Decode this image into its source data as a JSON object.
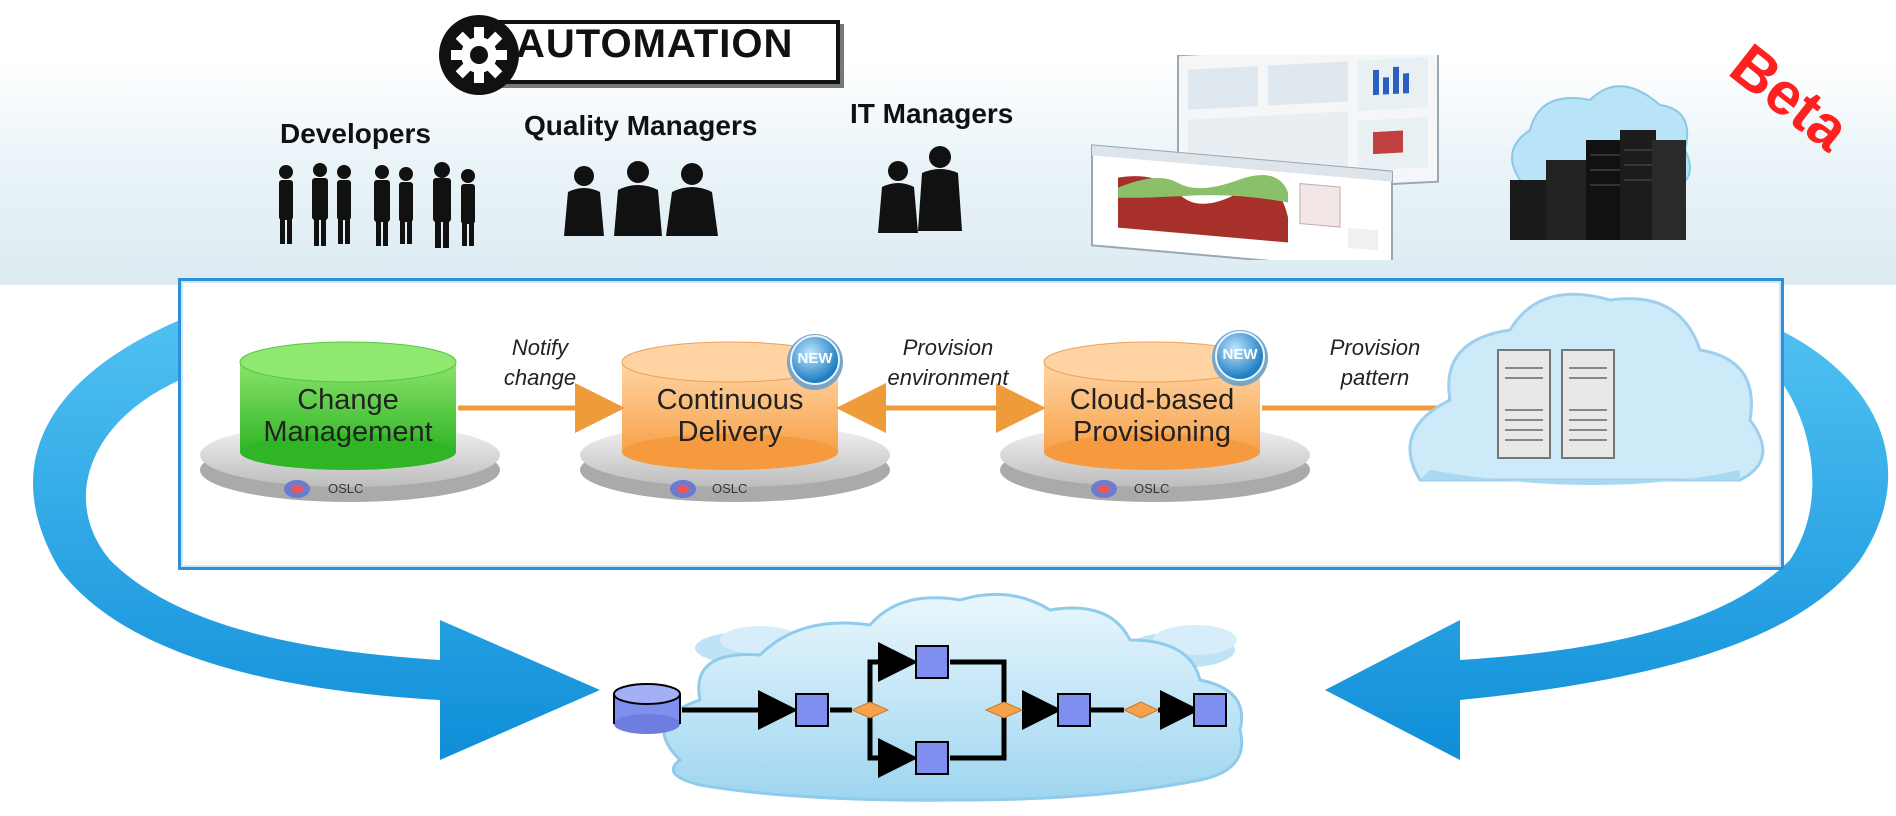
{
  "header": {
    "automation_label": "AUTOMATION",
    "beta_label": "Beta"
  },
  "roles": {
    "developers": "Developers",
    "quality_managers": "Quality Managers",
    "it_managers": "IT Managers"
  },
  "nodes": {
    "change_management": [
      "Change",
      "Management"
    ],
    "continuous_delivery": [
      "Continuous",
      "Delivery"
    ],
    "cloud_provisioning": [
      "Cloud-based",
      "Provisioning"
    ]
  },
  "badges": {
    "new": "NEW",
    "oslc": "OSLC"
  },
  "arrows": {
    "notify_change": [
      "Notify",
      "change"
    ],
    "provision_environment": [
      "Provision",
      "environment"
    ],
    "provision_pattern": [
      "Provision",
      "pattern"
    ]
  },
  "colors": {
    "green": "#3fc12e",
    "orange": "#f7a24a",
    "blue_loop": "#1aa3e8",
    "workflow_box": "#7f8ff0"
  },
  "icons": [
    "gear-icon",
    "people-silhouettes",
    "dashboard-screenshot",
    "server-rack-icon",
    "cloud-icon",
    "database-icon",
    "workflow-diagram"
  ]
}
